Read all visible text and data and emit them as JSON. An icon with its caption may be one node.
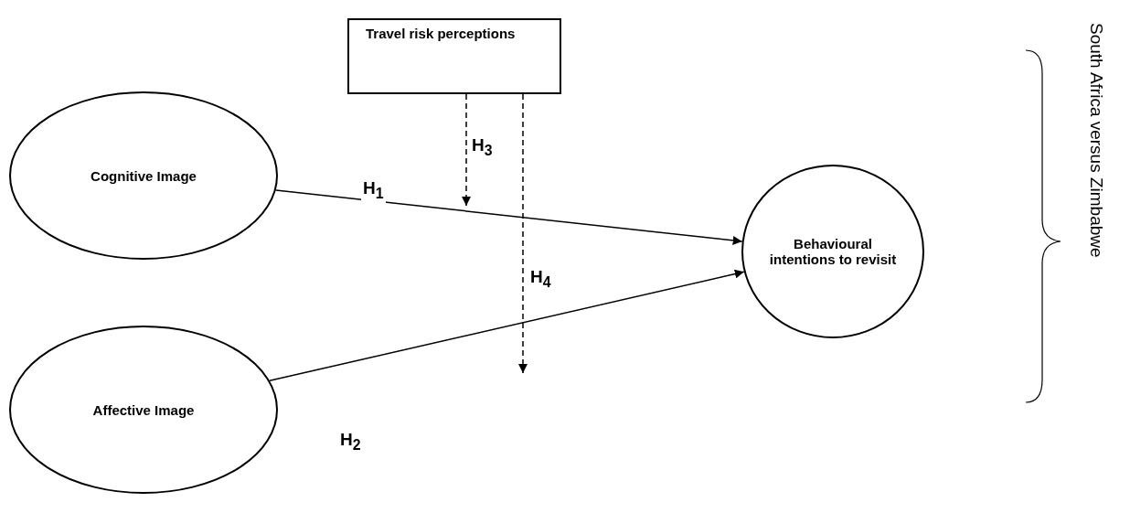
{
  "diagram": {
    "nodes": [
      {
        "text": [
          "Travel risk perceptions"
        ]
      },
      {
        "text": [
          "Cognitive Image"
        ]
      },
      {
        "text": [
          "Affective Image"
        ]
      },
      {
        "text": [
          "Behavioural intentions to revisit"
        ]
      }
    ],
    "edges": [
      {
        "from": 1,
        "to": 3,
        "arrow": "to",
        "label": "H$_{1}$"
      },
      {
        "from": 2,
        "to": 3,
        "arrow": "to",
        "label": "H$_{2}$"
      },
      {
        "from": 0,
        "to": null,
        "arrow": "to",
        "label": "H$_{3}$",
        "style": "dashed"
      },
      {
        "from": 0,
        "to": null,
        "arrow": "to",
        "label": "H$_{4}$",
        "style": "dashed"
      }
    ],
    "labels": [
      "South Africa versus Zimbabwe"
    ]
  }
}
